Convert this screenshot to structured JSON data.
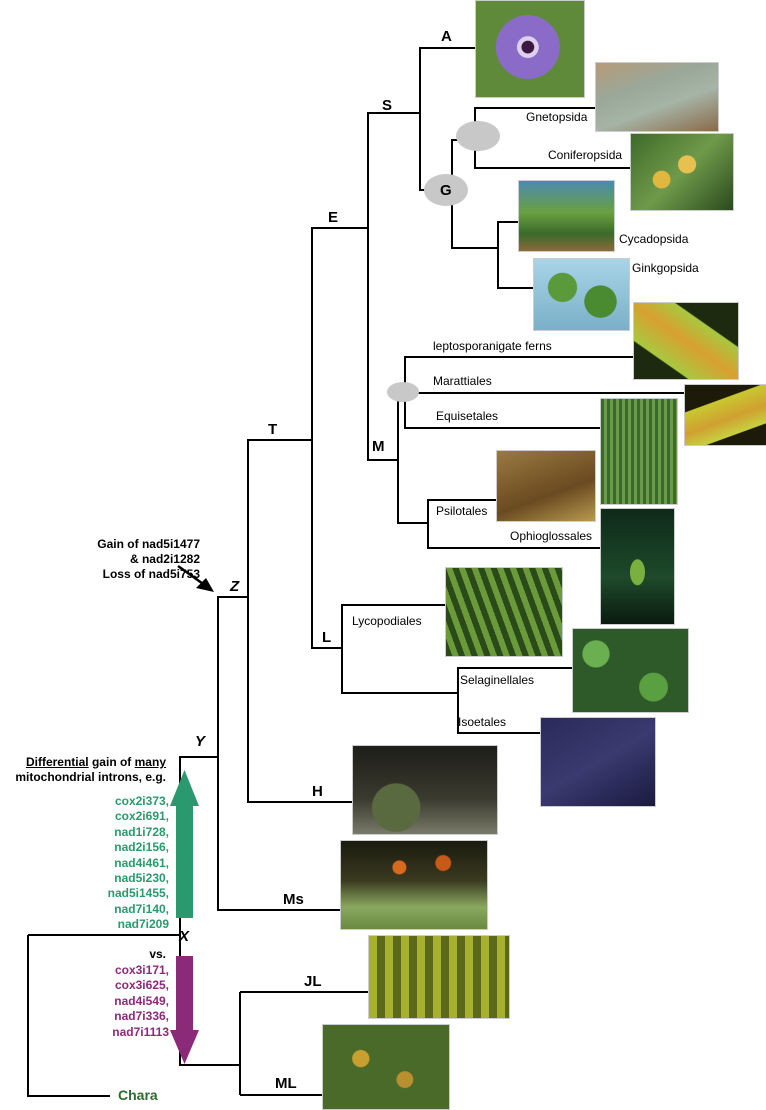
{
  "nodes": {
    "A": "A",
    "S": "S",
    "G": "G",
    "E": "E",
    "T": "T",
    "M": "M",
    "Z": "Z",
    "L": "L",
    "Y": "Y",
    "H": "H",
    "Ms": "Ms",
    "X": "X",
    "JL": "JL",
    "ML": "ML"
  },
  "taxa": {
    "gnetopsida": "Gnetopsida",
    "coniferopsida": "Coniferopsida",
    "cycadopsida": "Cycadopsida",
    "ginkgopsida": "Ginkgopsida",
    "leptosporangiate": "leptosporanigate ferns",
    "marattiales": "Marattiales",
    "equisetales": "Equisetales",
    "psilotales": "Psilotales",
    "ophioglossales": "Ophioglossales",
    "lycopodiales": "Lycopodiales",
    "selaginellales": "Selaginellales",
    "isoetales": "Isoetales",
    "chara": "Chara"
  },
  "annotation_z": {
    "line1": "Gain of nad5i1477",
    "line2": "& nad2i1282",
    "line3": "Loss of nad5i753"
  },
  "differential": {
    "word1": "Differential",
    "mid": " gain of ",
    "word2": "many",
    "line2": "mitochondrial introns, e.g.",
    "vs": "vs."
  },
  "gained_introns": [
    "cox2i373,",
    "cox2i691,",
    "nad1i728,",
    "nad2i156,",
    "nad4i461,",
    "nad5i230,",
    "nad5i1455,",
    "nad7i140,",
    "nad7i209"
  ],
  "lost_introns": [
    "cox3i171,",
    "cox3i625,",
    "nad4i549,",
    "nad7i336,",
    "nad7i1113"
  ],
  "colors": {
    "gain": "#2a9a6e",
    "loss": "#8b2a78",
    "tree_line": "#000000",
    "chara_text": "#2e6b2e",
    "ellipse": "#c8c8c8"
  },
  "photos": [
    {
      "name": "passionflower-photo"
    },
    {
      "name": "welwitschia-photo"
    },
    {
      "name": "pine-photo"
    },
    {
      "name": "cycad-photo"
    },
    {
      "name": "ginkgo-photo"
    },
    {
      "name": "fern-sori-photo"
    },
    {
      "name": "marattia-frond-photo"
    },
    {
      "name": "equisetum-photo"
    },
    {
      "name": "psilotum-photo"
    },
    {
      "name": "ophioglossum-photo"
    },
    {
      "name": "lycopodium-photo"
    },
    {
      "name": "selaginella-photo"
    },
    {
      "name": "isoetes-photo"
    },
    {
      "name": "hornwort-photo"
    },
    {
      "name": "moss-photo"
    },
    {
      "name": "jungermanniid-liverwort-photo"
    },
    {
      "name": "marchantioid-liverwort-photo"
    }
  ]
}
